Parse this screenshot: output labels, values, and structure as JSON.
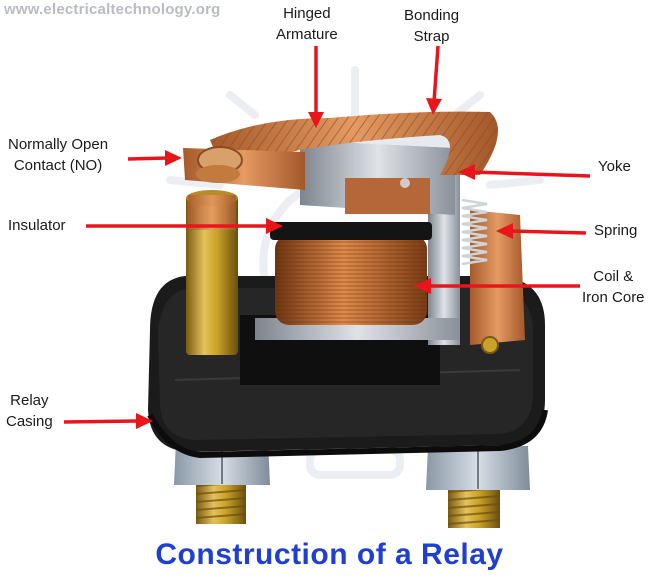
{
  "site": "www.electricaltechnology.org",
  "title": "Construction of a Relay",
  "labels": {
    "hinged_armature": [
      "Hinged",
      "Armature"
    ],
    "bonding_strap": [
      "Bonding",
      "Strap"
    ],
    "normally_open": [
      "Normally Open",
      "Contact (NO)"
    ],
    "yoke": "Yoke",
    "insulator": "Insulator",
    "spring": "Spring",
    "coil": [
      "Coil &",
      "Iron Core"
    ],
    "casing": [
      "Relay",
      "Casing"
    ]
  },
  "colors": {
    "arrow": "#e8161b",
    "title": "#1f3fd1",
    "watermark": "#b9bcc2",
    "copper": "#c8743a",
    "casing": "#1b1b1b",
    "steel": "#b8bcc2",
    "brass": "#c9a227"
  }
}
